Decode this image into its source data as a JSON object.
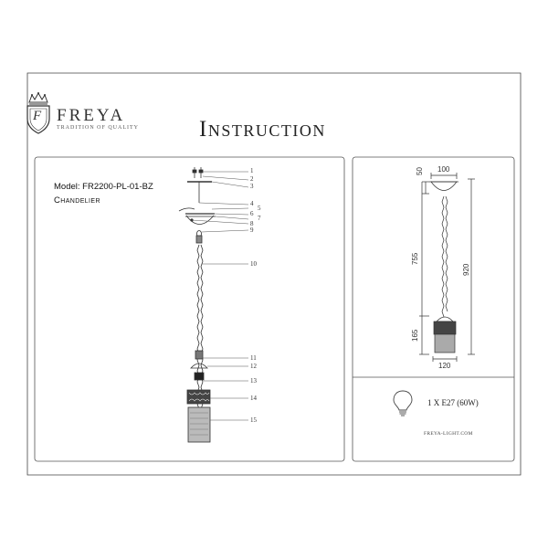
{
  "brand": {
    "name": "FREYA",
    "tagline": "Tradition of Quality",
    "monogram": "F"
  },
  "document": {
    "title": "Instruction"
  },
  "product": {
    "model": "Model: FR2200-PL-01-BZ",
    "type": "Chandelier"
  },
  "callouts": [
    "1",
    "2",
    "3",
    "4",
    "5",
    "6",
    "7",
    "8",
    "9",
    "10",
    "11",
    "12",
    "13",
    "14",
    "15"
  ],
  "dimensions": {
    "canopy_width": "100",
    "canopy_height": "50",
    "chain_length": "755",
    "total_height": "920",
    "shade_height": "165",
    "shade_width": "120"
  },
  "bulb": {
    "spec": "1 X E27 (60W)"
  },
  "website": "FREYA-LIGHT.COM"
}
